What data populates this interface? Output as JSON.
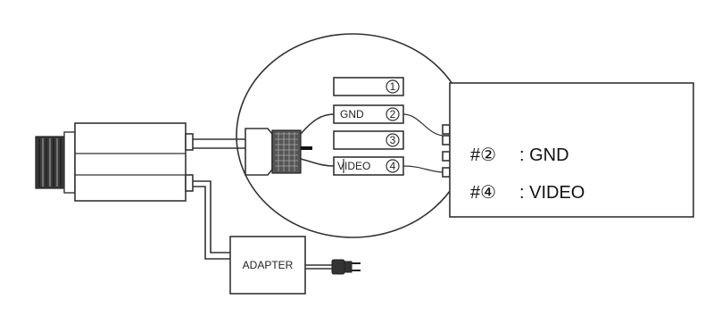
{
  "pins": [
    {
      "number": "1",
      "label": ""
    },
    {
      "number": "2",
      "label": "GND"
    },
    {
      "number": "3",
      "label": ""
    },
    {
      "number": "4",
      "label": "VIDEO"
    }
  ],
  "adapter": {
    "label": "ADAPTER"
  },
  "callout": {
    "line1_symbol": "#②",
    "line1_text": ": GND",
    "line2_symbol": "#④",
    "line2_text": ": VIDEO"
  }
}
